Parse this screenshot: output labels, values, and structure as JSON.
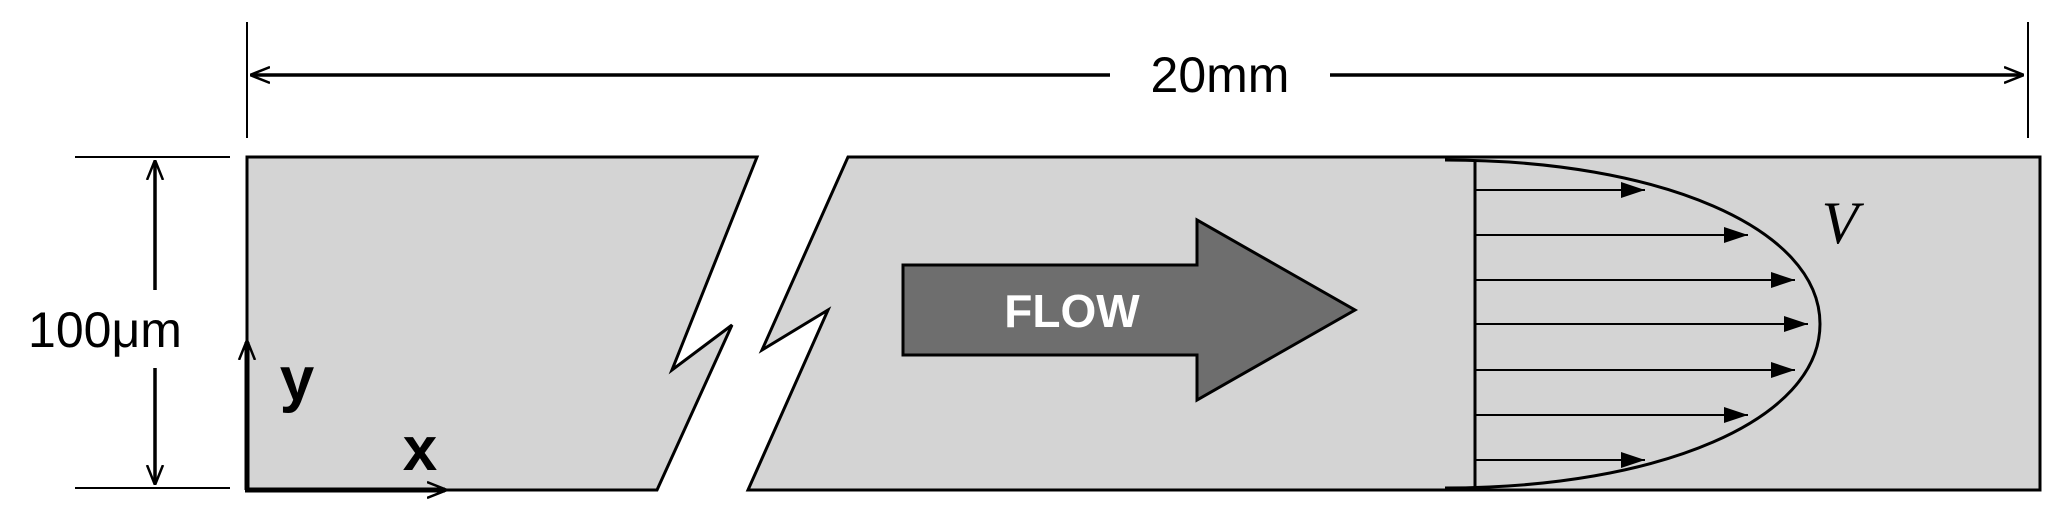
{
  "labels": {
    "length": "20mm",
    "height": "100μm",
    "flow": "FLOW",
    "velocity": "V",
    "axis_x": "x",
    "axis_y": "y"
  },
  "colors": {
    "channel_fill": "#d4d4d4",
    "flow_arrow": "#6e6e6e",
    "line": "#000000"
  }
}
